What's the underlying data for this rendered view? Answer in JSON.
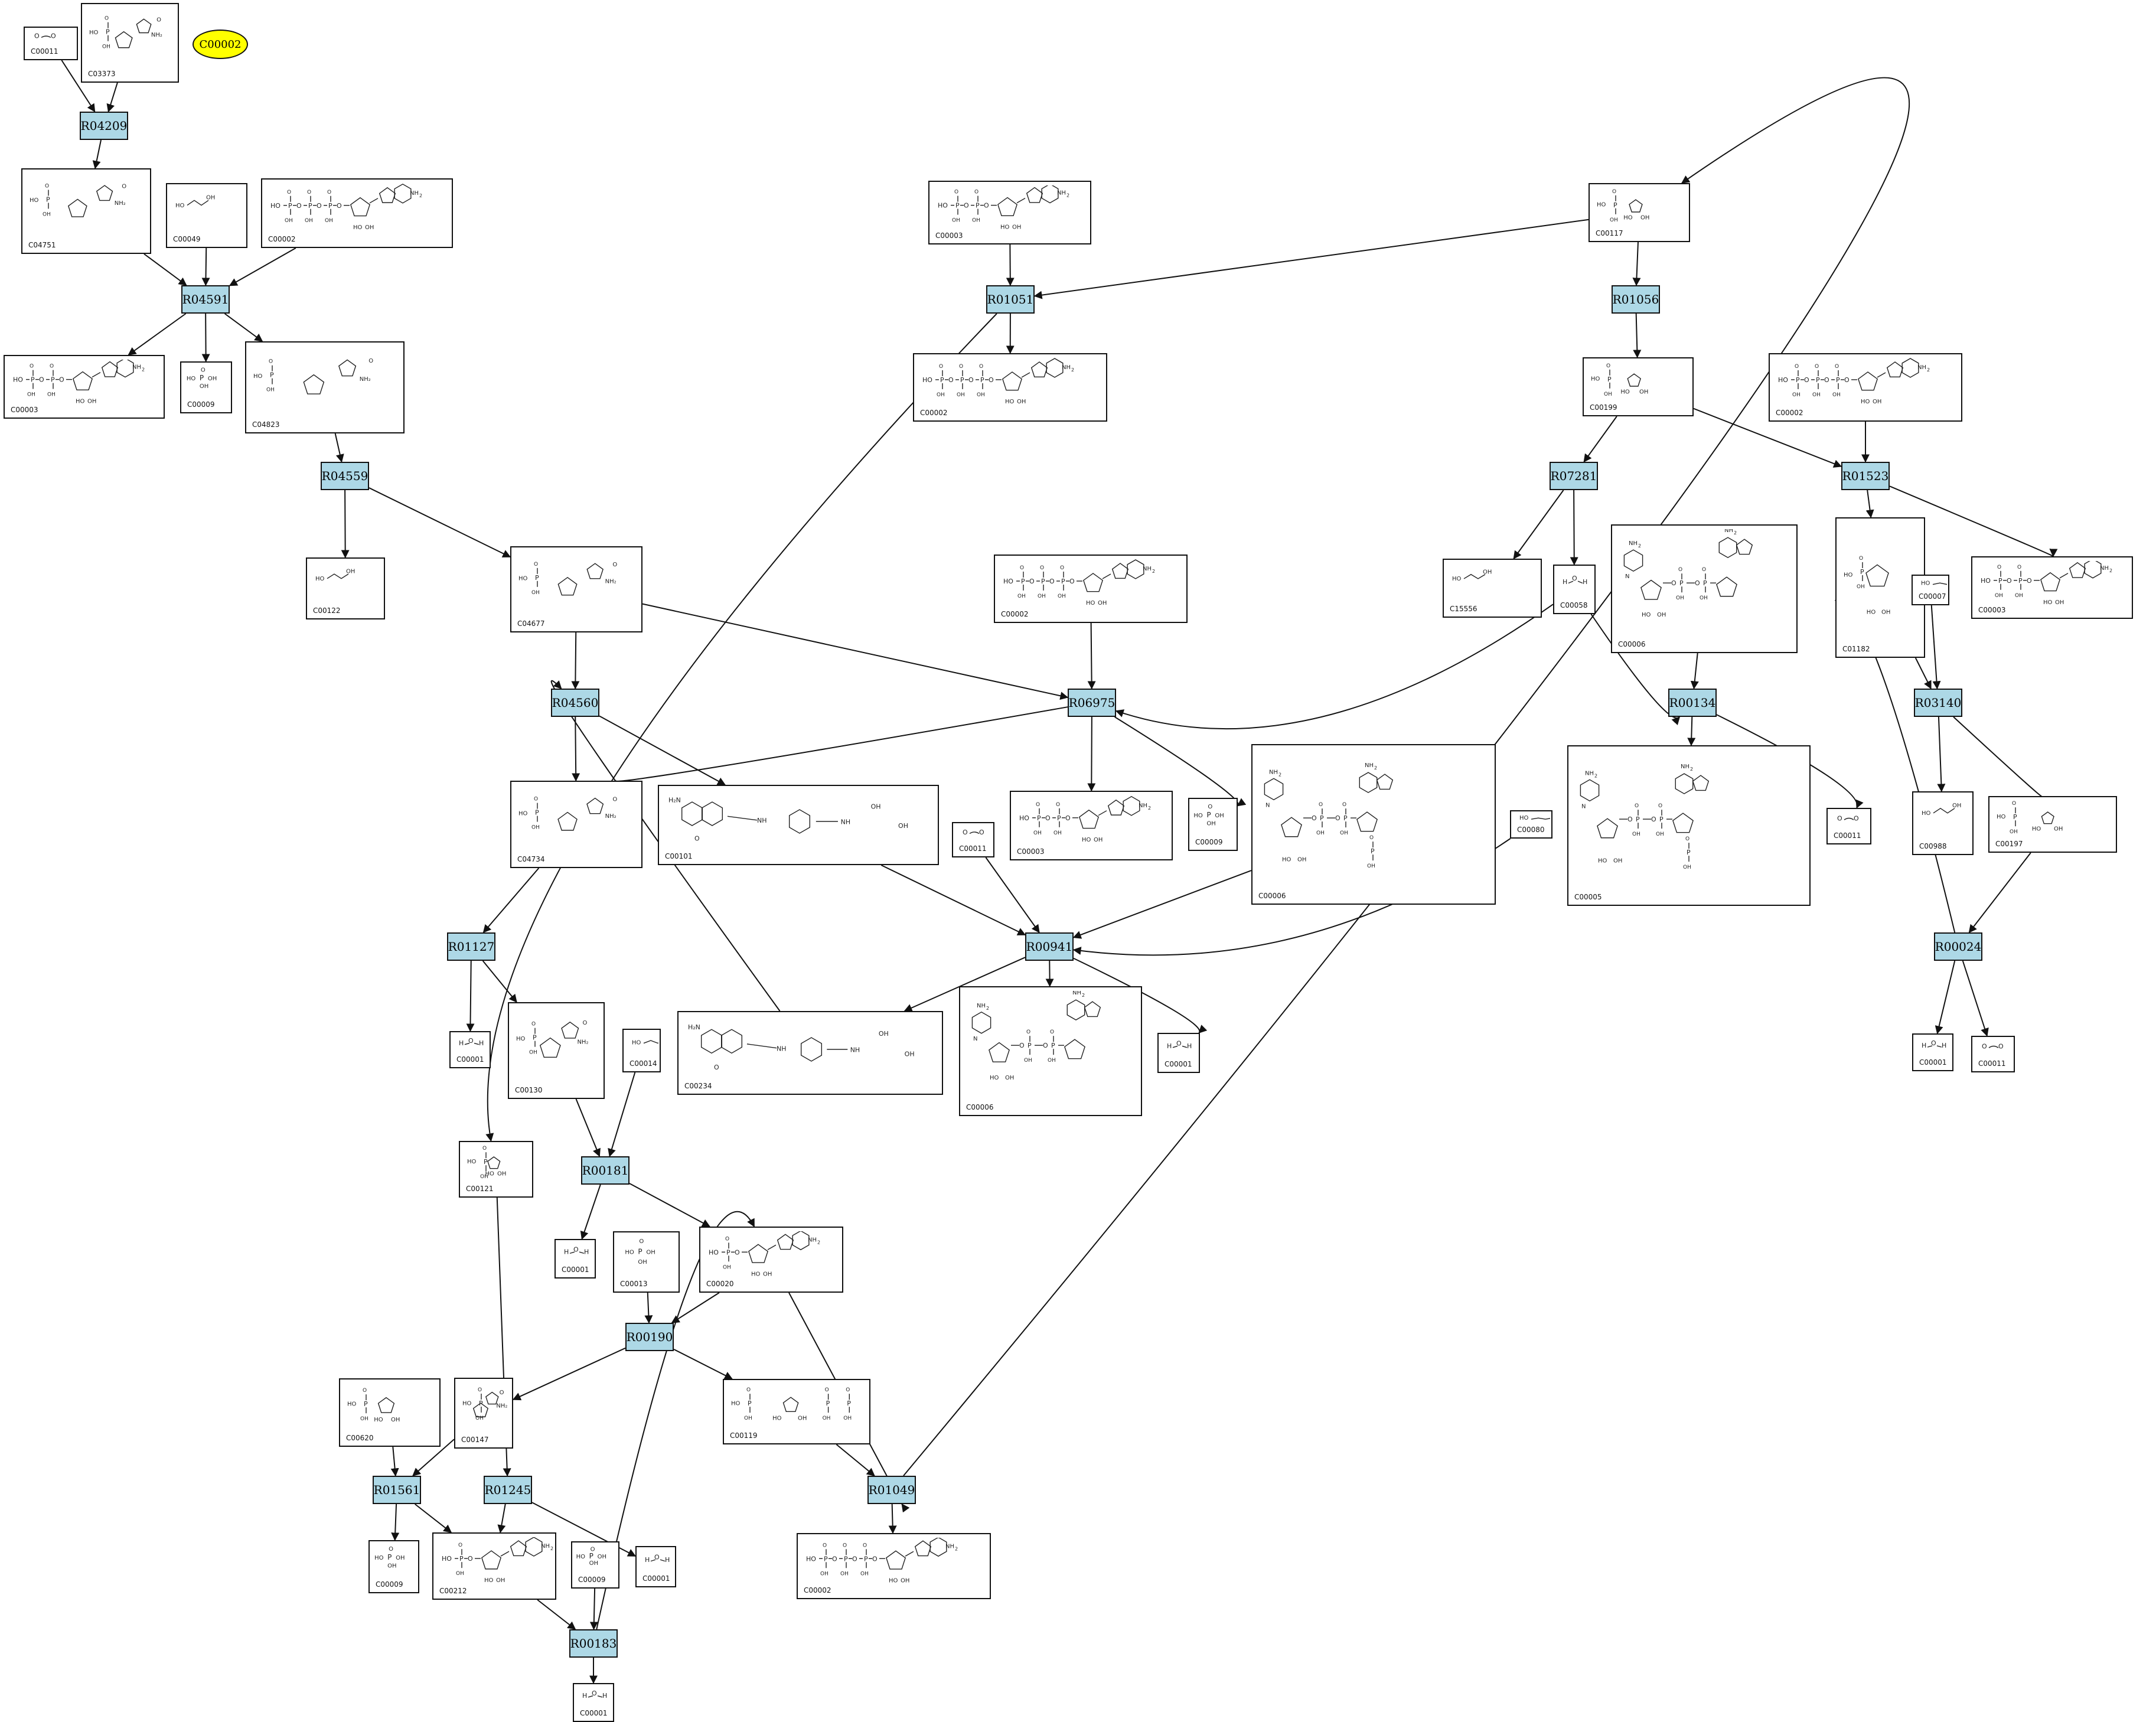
{
  "highlight": {
    "id": "C00002"
  },
  "reactions": [
    {
      "key": "R04209",
      "label": "R04209"
    },
    {
      "key": "R04591",
      "label": "R04591"
    },
    {
      "key": "R04559",
      "label": "R04559"
    },
    {
      "key": "R04560",
      "label": "R04560"
    },
    {
      "key": "R01127",
      "label": "R01127"
    },
    {
      "key": "R00181",
      "label": "R00181"
    },
    {
      "key": "R00190",
      "label": "R00190"
    },
    {
      "key": "R01561",
      "label": "R01561"
    },
    {
      "key": "R01245",
      "label": "R01245"
    },
    {
      "key": "R00183",
      "label": "R00183"
    },
    {
      "key": "R01049",
      "label": "R01049"
    },
    {
      "key": "R01051",
      "label": "R01051"
    },
    {
      "key": "R06975",
      "label": "R06975"
    },
    {
      "key": "R00941",
      "label": "R00941"
    },
    {
      "key": "R01056",
      "label": "R01056"
    },
    {
      "key": "R07281",
      "label": "R07281"
    },
    {
      "key": "R00134",
      "label": "R00134"
    },
    {
      "key": "R01523",
      "label": "R01523"
    },
    {
      "key": "R03140",
      "label": "R03140"
    },
    {
      "key": "R00024",
      "label": "R00024"
    }
  ],
  "compounds": [
    {
      "key": "n01",
      "label": "C00011"
    },
    {
      "key": "n02",
      "label": "C03373"
    },
    {
      "key": "n03",
      "label": "C04751"
    },
    {
      "key": "n04",
      "label": "C00049"
    },
    {
      "key": "n05",
      "label": "C00002"
    },
    {
      "key": "n06",
      "label": "C00003"
    },
    {
      "key": "n07",
      "label": "C00009"
    },
    {
      "key": "n08",
      "label": "C04823"
    },
    {
      "key": "n09",
      "label": "C00122"
    },
    {
      "key": "n10",
      "label": "C04677"
    },
    {
      "key": "n11",
      "label": "C04734"
    },
    {
      "key": "n12",
      "label": "C00101"
    },
    {
      "key": "n13",
      "label": "C00001"
    },
    {
      "key": "n14",
      "label": "C00130"
    },
    {
      "key": "n15",
      "label": "C00014"
    },
    {
      "key": "n16",
      "label": "C00121"
    },
    {
      "key": "n17",
      "label": "C00234"
    },
    {
      "key": "n18",
      "label": "C00001"
    },
    {
      "key": "n19",
      "label": "C00013"
    },
    {
      "key": "n20",
      "label": "C00020"
    },
    {
      "key": "n21",
      "label": "C00620"
    },
    {
      "key": "n22",
      "label": "C00147"
    },
    {
      "key": "n23",
      "label": "C00119"
    },
    {
      "key": "n24",
      "label": "C00009"
    },
    {
      "key": "n25",
      "label": "C00212"
    },
    {
      "key": "n26",
      "label": "C00009"
    },
    {
      "key": "n27",
      "label": "C00001"
    },
    {
      "key": "n28",
      "label": "C00002"
    },
    {
      "key": "n29",
      "label": "C00001"
    },
    {
      "key": "n30",
      "label": "C00003"
    },
    {
      "key": "n31",
      "label": "C00002"
    },
    {
      "key": "n32",
      "label": "C00002"
    },
    {
      "key": "n33",
      "label": "C00011"
    },
    {
      "key": "n34",
      "label": "C00003"
    },
    {
      "key": "n35",
      "label": "C00009"
    },
    {
      "key": "n36",
      "label": "C00006"
    },
    {
      "key": "n37",
      "label": "C00080"
    },
    {
      "key": "n38",
      "label": "C00006"
    },
    {
      "key": "n39",
      "label": "C00001"
    },
    {
      "key": "n40",
      "label": "C00117"
    },
    {
      "key": "n41",
      "label": "C00199"
    },
    {
      "key": "n42",
      "label": "C00002"
    },
    {
      "key": "n43",
      "label": "C15556"
    },
    {
      "key": "n44",
      "label": "C00058"
    },
    {
      "key": "n45",
      "label": "C00006"
    },
    {
      "key": "n46",
      "label": "C01182"
    },
    {
      "key": "n47",
      "label": "C00007"
    },
    {
      "key": "n48",
      "label": "C00003"
    },
    {
      "key": "n49",
      "label": "C00005"
    },
    {
      "key": "n50",
      "label": "C00011"
    },
    {
      "key": "n51",
      "label": "C00988"
    },
    {
      "key": "n52",
      "label": "C00197"
    },
    {
      "key": "n53",
      "label": "C00001"
    },
    {
      "key": "n54",
      "label": "C00011"
    }
  ]
}
